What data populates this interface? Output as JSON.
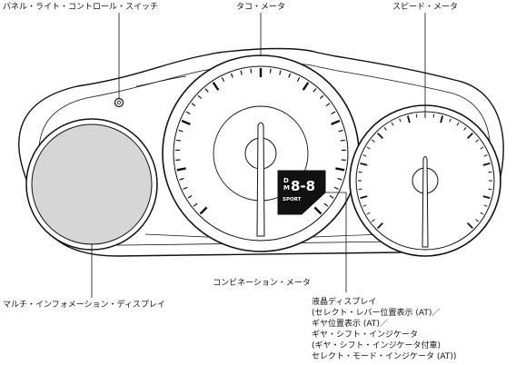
{
  "labels": {
    "panel_switch": "パネル・ライト・コントロール・スイッチ",
    "tachometer": "タコ・メータ",
    "speedometer": "スピード・メータ",
    "combination_meter": "コンビネーション・メータ",
    "multi_info_display": "マルチ・インフォメーション・ディスプレイ",
    "lcd_display_lines": [
      "液晶ディスプレイ",
      "(セレクト・レバー位置表示 (AT)／",
      "ギヤ位置表示 (AT)／",
      "ギヤ・シフト・インジケータ",
      "(ギヤ・シフト・インジケータ付車)",
      "セレクト・モード・インジケータ (AT))"
    ]
  },
  "lcd": {
    "mode_top": "D",
    "mode_bottom": "M",
    "digits": "8-8",
    "mode_label": "SPORT"
  },
  "colors": {
    "line": "#111111",
    "display_fill": "#d6d6d6",
    "lcd_fill": "#111111"
  }
}
